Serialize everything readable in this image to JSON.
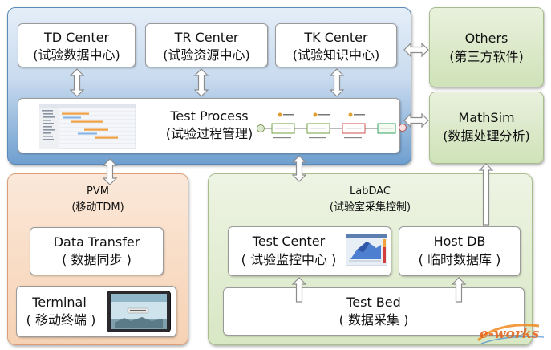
{
  "top_panel": {
    "td_center": {
      "title": "TD Center",
      "subtitle": "(试验数据中心)"
    },
    "tr_center": {
      "title": "TR Center",
      "subtitle": "(试验资源中心)"
    },
    "tk_center": {
      "title": "TK Center",
      "subtitle": "(试验知识中心)"
    },
    "test_process": {
      "title": "Test Process",
      "subtitle": "(试验过程管理)"
    }
  },
  "others": {
    "title": "Others",
    "subtitle": "(第三方软件)"
  },
  "mathsim": {
    "title": "MathSim",
    "subtitle": "(数据处理分析)"
  },
  "pvm": {
    "title": "PVM",
    "subtitle": "(移动TDM)",
    "data_transfer": {
      "title": "Data Transfer",
      "subtitle": "( 数据同步 )"
    },
    "terminal": {
      "title": "Terminal",
      "subtitle": "( 移动终端 )"
    }
  },
  "labdac": {
    "title": "LabDAC",
    "subtitle": "(试验室采集控制)",
    "test_center": {
      "title": "Test Center",
      "subtitle": "( 试验监控中心 )"
    },
    "host_db": {
      "title": "Host DB",
      "subtitle": "( 临时数据库 )"
    },
    "test_bed": {
      "title": "Test Bed",
      "subtitle": "( 数据采集 )"
    }
  },
  "watermark": "e-works",
  "colors": {
    "blue_panel": "#c9dbef",
    "orange_panel": "#f6d2b4",
    "green_panel": "#d8e7c4",
    "arrow": "#9a9a9a"
  }
}
